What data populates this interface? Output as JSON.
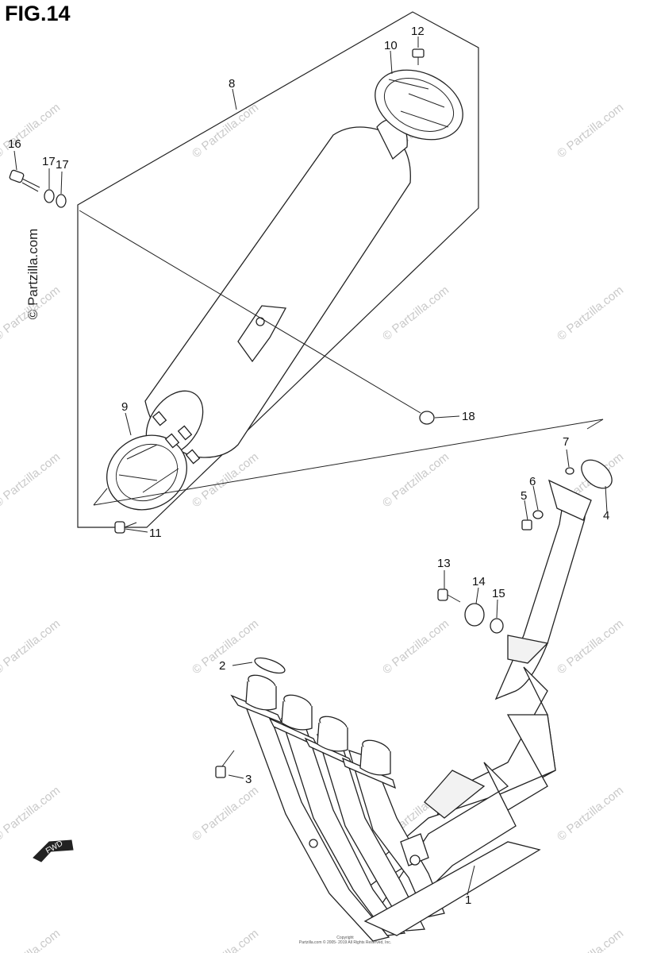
{
  "figure": {
    "title": "FIG.14",
    "side_watermark": "© Partzilla.com",
    "watermark_text": "© Partzilla.com",
    "fwd_label": "FWD",
    "copyright_lines": [
      "Copyright",
      "Partzilla.com © 2005- 2019 All Rights Reserved, Inc."
    ]
  },
  "callouts": {
    "c1": "1",
    "c2": "2",
    "c3": "3",
    "c4": "4",
    "c5": "5",
    "c6": "6",
    "c7": "7",
    "c8": "8",
    "c9": "9",
    "c10": "10",
    "c11": "11",
    "c12": "12",
    "c13": "13",
    "c14": "14",
    "c15": "15",
    "c16": "16",
    "c17a": "17",
    "c17b": "17",
    "c18": "18"
  },
  "colors": {
    "line": "#222222",
    "watermark": "#c9c9c9"
  }
}
